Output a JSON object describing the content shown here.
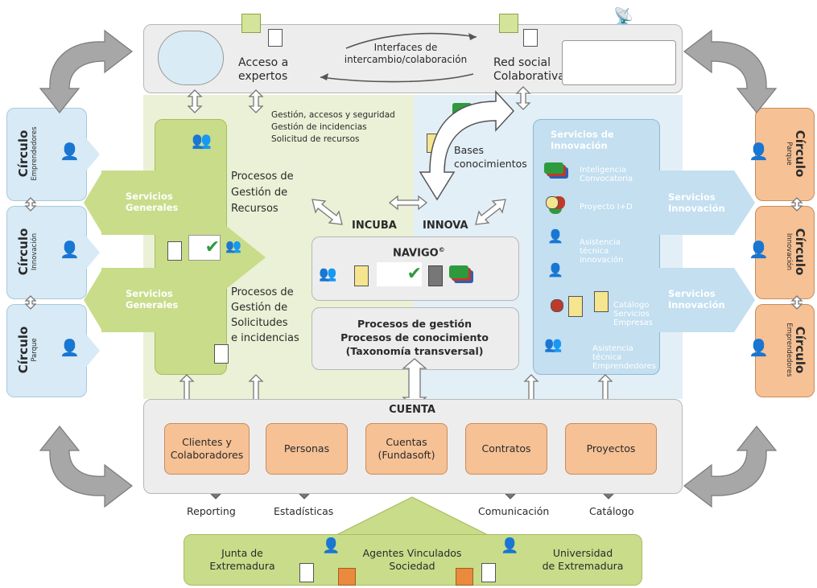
{
  "top": {
    "acceso_expertos": "Acceso a\nexpertos",
    "interfaces": "Interfaces de\nintercambio/colaboración",
    "red_social": "Red social\nColaborativa"
  },
  "gestion_list": "Gestión, accesos y seguridad\nGestión de incidencias\nSolicitud de recursos",
  "procesos_recursos": "Procesos de\nGestión de\nRecursos",
  "procesos_solicitudes": "Procesos de\nGestión de\nSolicitudes\ne incidencias",
  "servicios_generales_1": "Servicios\nGenerales",
  "servicios_generales_2": "Servicios\nGenerales",
  "bases_conocimientos": "Bases\nconocimientos",
  "incuba": "INCUBA",
  "innova": "INNOVA",
  "navigo": "NAVIGO",
  "navigo_sup": "©",
  "procesos_box": "Procesos de gestión\nProcesos de conocimiento\n(Taxonomía transversal)",
  "innovacion_panel": {
    "title": "Servicios de\nInnovación",
    "items": [
      "Inteligencia\nConvocatoria",
      "Proyecto I+D",
      "Asistencia\ntécnica\ninnovación",
      "Catálogo\nServicios\nEmpresas",
      "Asistencia\ntécnica\nEmprendedores"
    ],
    "servicios_innovacion_1": "Servicios\nInnovación",
    "servicios_innovacion_2": "Servicios\nInnovación"
  },
  "left_circles": [
    {
      "big": "Círculo",
      "small": "Emprendedores"
    },
    {
      "big": "Círculo",
      "small": "Innovación"
    },
    {
      "big": "Círculo",
      "small": "Parque"
    }
  ],
  "right_circles": [
    {
      "big": "Círculo",
      "small": "Parque"
    },
    {
      "big": "Círculo",
      "small": "Innovación"
    },
    {
      "big": "Círculo",
      "small": "Emprendedores"
    }
  ],
  "cuenta": {
    "title": "CUENTA",
    "boxes": [
      "Clientes y\nColaboradores",
      "Personas",
      "Cuentas\n(Fundasoft)",
      "Contratos",
      "Proyectos"
    ]
  },
  "outputs": [
    "Reporting",
    "Estadísticas",
    "Comunicación",
    "Catálogo"
  ],
  "bottom": {
    "junta": "Junta de\nExtremadura",
    "agentes": "Agentes Vinculados\nSociedad",
    "universidad": "Universidad\nde Extremadura"
  },
  "colors": {
    "green": "#c9dc8a",
    "green_light": "#e9f0d2",
    "blue_light": "#dcecf6",
    "orange": "#f6c195",
    "grey_panel": "#ededed",
    "icon_green": "#2e9a3e",
    "icon_red": "#c0392b",
    "icon_blue": "#2f5fb0"
  }
}
